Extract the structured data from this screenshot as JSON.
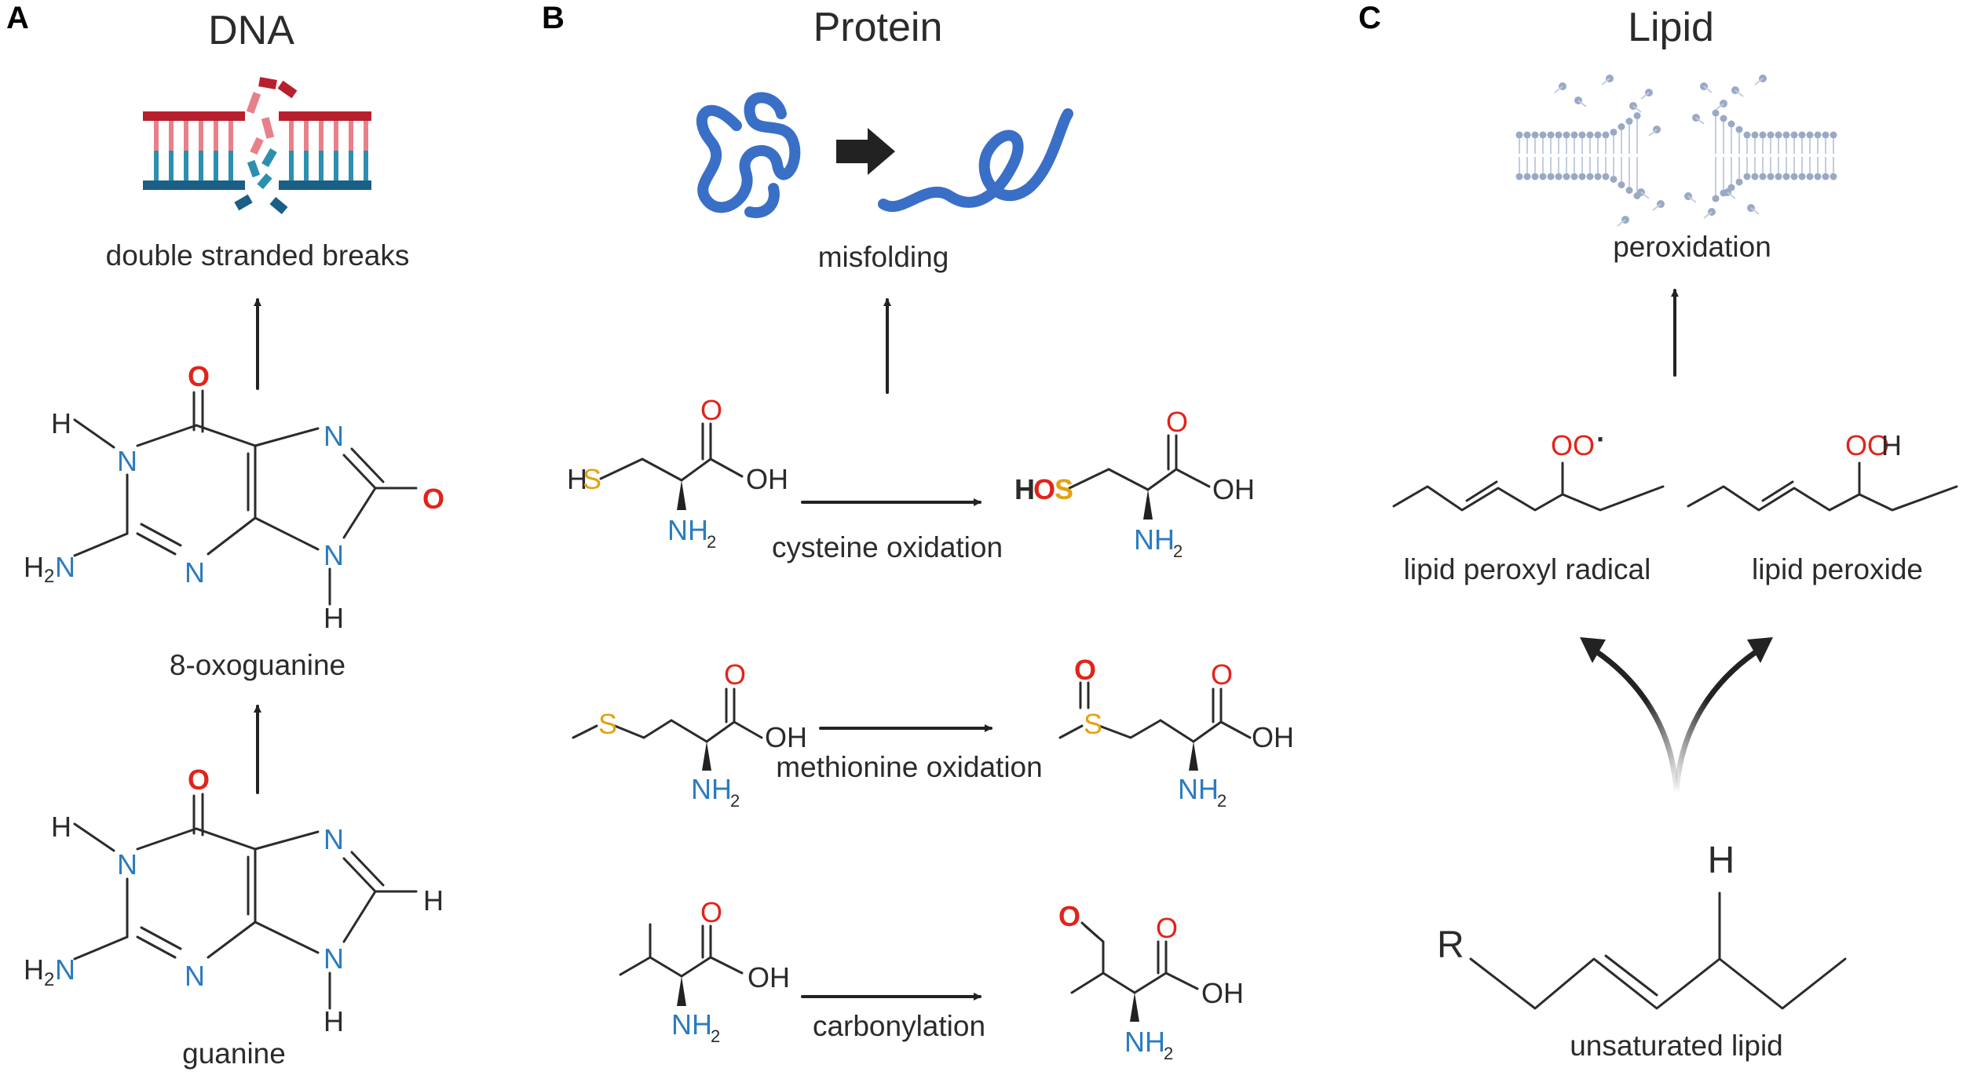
{
  "colors": {
    "text": "#2b2b2b",
    "nitrogen": "#2b7bbf",
    "oxygen": "#e0241b",
    "sulfur": "#e2a312",
    "dna_red": "#b8202e",
    "dna_pink": "#e8808a",
    "dna_blue": "#2d8fb0",
    "dna_dark": "#1a5f86",
    "protein": "#3a6fc7",
    "membrane": "#9aa9c4"
  },
  "panelA": {
    "letter": "A",
    "title": "DNA",
    "break_label": "double stranded breaks",
    "oxo_label": "8-oxoguanine",
    "guanine_label": "guanine",
    "atoms": {
      "O": "O",
      "N": "N",
      "H": "H",
      "H2N_H": "H",
      "H2N_2": "2",
      "H2N_N": "N"
    }
  },
  "panelB": {
    "letter": "B",
    "title": "Protein",
    "misfold_label": "misfolding",
    "reactions": [
      {
        "label": "cysteine oxidation"
      },
      {
        "label": "methionine oxidation"
      },
      {
        "label": "carbonylation"
      }
    ],
    "atoms": {
      "O": "O",
      "OH": "OH",
      "NH": "NH",
      "sub2": "2",
      "S": "S",
      "HS_H": "H",
      "HO_H": "H",
      "HO_O": "O"
    }
  },
  "panelC": {
    "letter": "C",
    "title": "Lipid",
    "peroxidation_label": "peroxidation",
    "radical_label": "lipid peroxyl radical",
    "peroxide_label": "lipid peroxide",
    "unsat_label": "unsaturated lipid",
    "atoms": {
      "OO": "OO",
      "dot": "·",
      "H": "H",
      "R": "R"
    }
  }
}
